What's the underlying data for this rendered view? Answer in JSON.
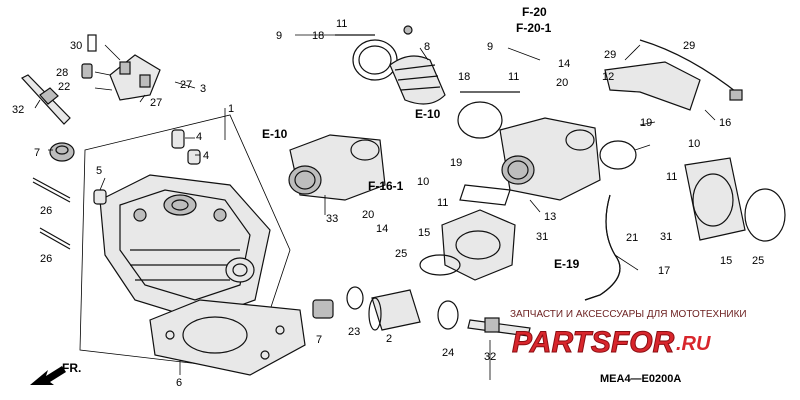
{
  "diagram": {
    "part_numbers": [
      {
        "id": "p1",
        "text": "1"
      },
      {
        "id": "p2",
        "text": "2"
      },
      {
        "id": "p3",
        "text": "3"
      },
      {
        "id": "p4a",
        "text": "4"
      },
      {
        "id": "p4b",
        "text": "4"
      },
      {
        "id": "p5",
        "text": "5"
      },
      {
        "id": "p6",
        "text": "6"
      },
      {
        "id": "p7a",
        "text": "7"
      },
      {
        "id": "p7b",
        "text": "7"
      },
      {
        "id": "p8",
        "text": "8"
      },
      {
        "id": "p9a",
        "text": "9"
      },
      {
        "id": "p9b",
        "text": "9"
      },
      {
        "id": "p10a",
        "text": "10"
      },
      {
        "id": "p10b",
        "text": "10"
      },
      {
        "id": "p11a",
        "text": "11"
      },
      {
        "id": "p11b",
        "text": "11"
      },
      {
        "id": "p11c",
        "text": "11"
      },
      {
        "id": "p11d",
        "text": "11"
      },
      {
        "id": "p12",
        "text": "12"
      },
      {
        "id": "p13",
        "text": "13"
      },
      {
        "id": "p14a",
        "text": "14"
      },
      {
        "id": "p14b",
        "text": "14"
      },
      {
        "id": "p15a",
        "text": "15"
      },
      {
        "id": "p15b",
        "text": "15"
      },
      {
        "id": "p16",
        "text": "16"
      },
      {
        "id": "p17",
        "text": "17"
      },
      {
        "id": "p18a",
        "text": "18"
      },
      {
        "id": "p18b",
        "text": "18"
      },
      {
        "id": "p19a",
        "text": "19"
      },
      {
        "id": "p19b",
        "text": "19"
      },
      {
        "id": "p20a",
        "text": "20"
      },
      {
        "id": "p20b",
        "text": "20"
      },
      {
        "id": "p21",
        "text": "21"
      },
      {
        "id": "p22",
        "text": "22"
      },
      {
        "id": "p23",
        "text": "23"
      },
      {
        "id": "p24",
        "text": "24"
      },
      {
        "id": "p25a",
        "text": "25"
      },
      {
        "id": "p25b",
        "text": "25"
      },
      {
        "id": "p26a",
        "text": "26"
      },
      {
        "id": "p26b",
        "text": "26"
      },
      {
        "id": "p27a",
        "text": "27"
      },
      {
        "id": "p27b",
        "text": "27"
      },
      {
        "id": "p28",
        "text": "28"
      },
      {
        "id": "p29a",
        "text": "29"
      },
      {
        "id": "p29b",
        "text": "29"
      },
      {
        "id": "p30",
        "text": "30"
      },
      {
        "id": "p31a",
        "text": "31"
      },
      {
        "id": "p31b",
        "text": "31"
      },
      {
        "id": "p32a",
        "text": "32"
      },
      {
        "id": "p32b",
        "text": "32"
      },
      {
        "id": "p33",
        "text": "33"
      }
    ],
    "refs": [
      {
        "id": "e10a",
        "text": "E-10"
      },
      {
        "id": "e10b",
        "text": "E-10"
      },
      {
        "id": "f161",
        "text": "F-16-1"
      },
      {
        "id": "f20",
        "text": "F-20"
      },
      {
        "id": "f201",
        "text": "F-20-1"
      },
      {
        "id": "e19",
        "text": "E-19"
      }
    ],
    "front_label": "FR.",
    "diagram_code": "MEA4—E0200A"
  },
  "watermark": {
    "tagline": "ЗАПЧАСТИ И АКСЕССУАРЫ ДЛЯ МОТОТЕХНИКИ",
    "brand": "PARTSFOR",
    "tld": ".RU",
    "brand_color": "#d8262c"
  }
}
